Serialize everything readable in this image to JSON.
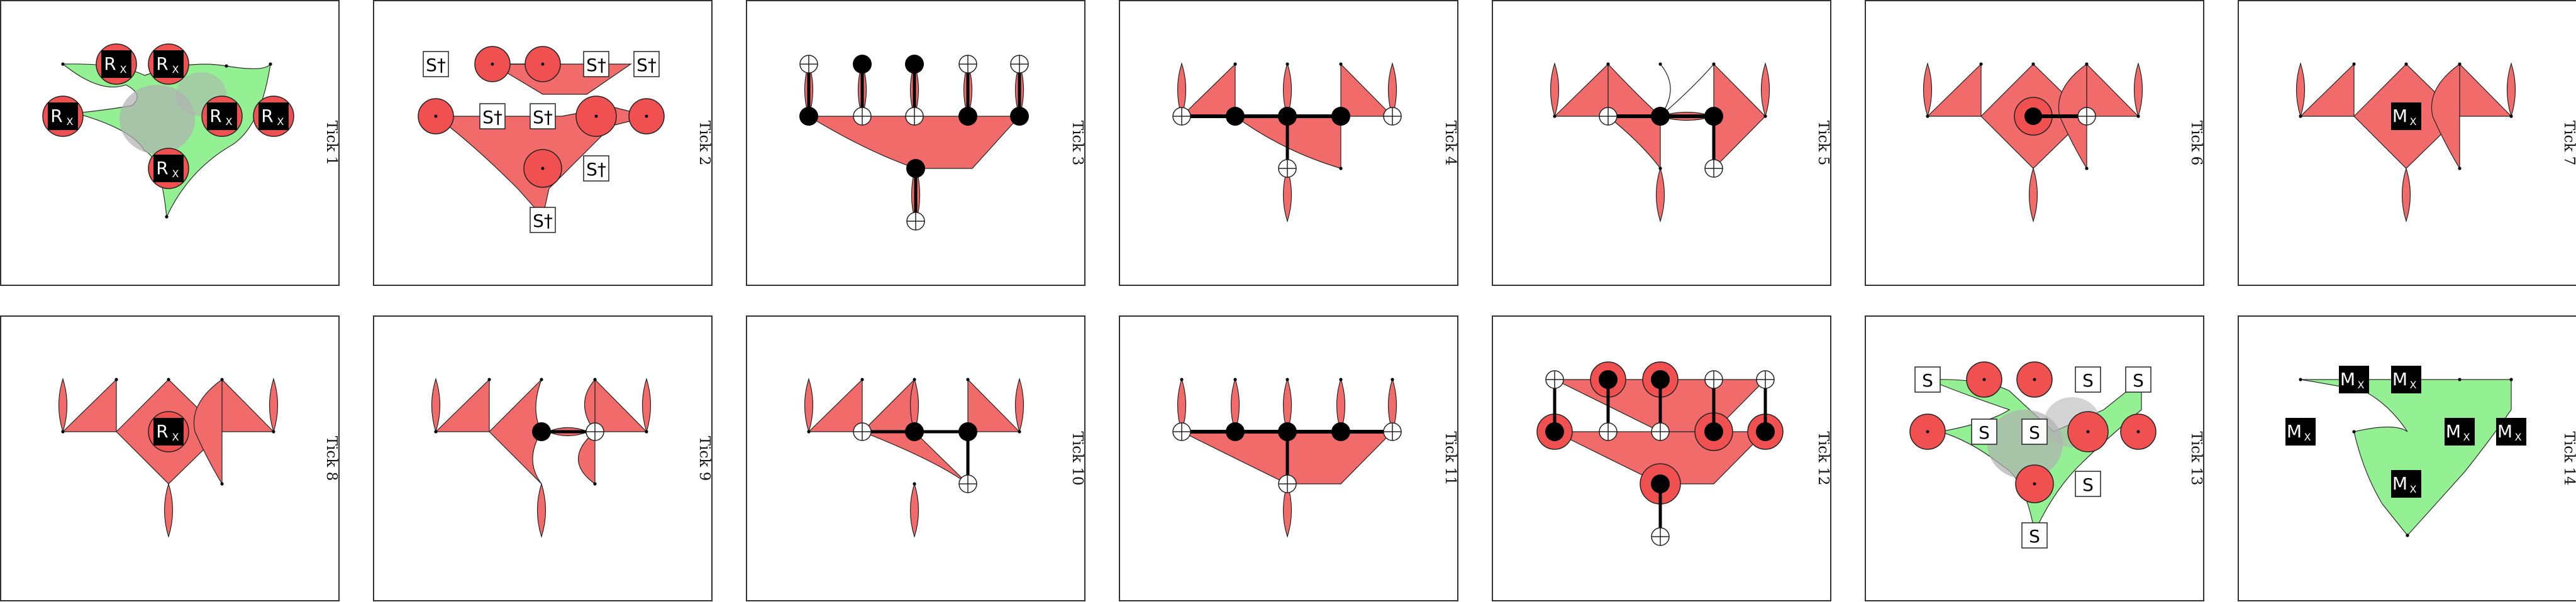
{
  "colors": {
    "red": "#f26b6b",
    "red_stroke": "#b03030",
    "green": "#8ef08e",
    "black": "#000000",
    "white": "#ffffff"
  },
  "panels": [
    {
      "label": "Tick 1"
    },
    {
      "label": "Tick 2"
    },
    {
      "label": "Tick 3"
    },
    {
      "label": "Tick 4"
    },
    {
      "label": "Tick 5"
    },
    {
      "label": "Tick 6"
    },
    {
      "label": "Tick 7"
    },
    {
      "label": "Tick 8"
    },
    {
      "label": "Tick 9"
    },
    {
      "label": "Tick 10"
    },
    {
      "label": "Tick 11"
    },
    {
      "label": "Tick 12"
    },
    {
      "label": "Tick 13"
    },
    {
      "label": "Tick 14"
    }
  ],
  "labels": {
    "rx": {
      "main": "R",
      "sub": "X"
    },
    "mx": {
      "main": "M",
      "sub": "X"
    },
    "s_dag": "S†",
    "s": "S"
  }
}
